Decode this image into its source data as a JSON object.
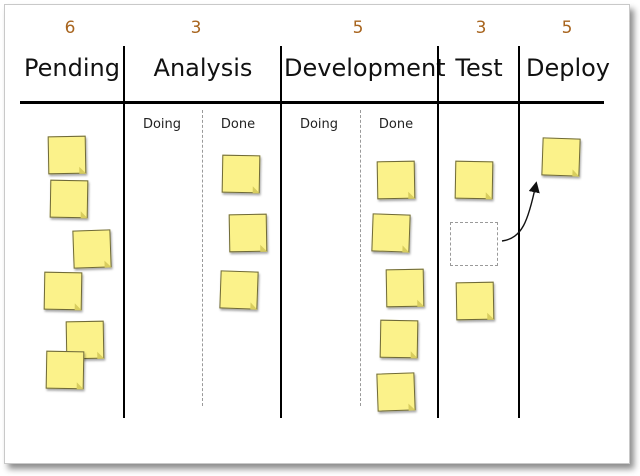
{
  "columns": [
    {
      "title": "Pending",
      "wip": "6"
    },
    {
      "title": "Analysis",
      "wip": "3",
      "subcolumns": [
        "Doing",
        "Done"
      ]
    },
    {
      "title": "Development",
      "wip": "5",
      "subcolumns": [
        "Doing",
        "Done"
      ]
    },
    {
      "title": "Test",
      "wip": "3"
    },
    {
      "title": "Deploy",
      "wip": "5"
    }
  ],
  "colors": {
    "wip": "#a8651f",
    "card": "#fbf28a",
    "card_border": "#6f6a3a",
    "line": "#000000"
  }
}
